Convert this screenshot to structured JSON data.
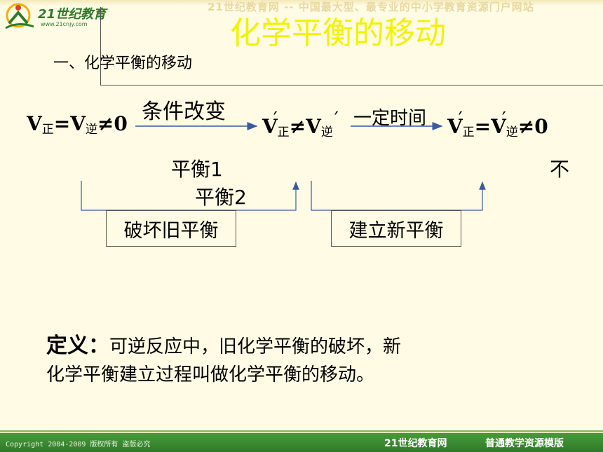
{
  "header": {
    "logo_text": "21世纪教育",
    "logo_url": "www.21cnjy.com",
    "banner_text": "21世纪教育网 -- 中国最大型、最专业的中小学教育资源门户网站"
  },
  "slide": {
    "title": "化学平衡的移动",
    "subtitle": "一、化学平衡的移动"
  },
  "diagram": {
    "expr1": {
      "v": "V",
      "sub1": "正",
      "eq": "=V",
      "sub2": "逆",
      "tail": "≠0"
    },
    "arrow1_label": "条件改变",
    "expr2": {
      "v": "V",
      "prime": "′",
      "sub1": "正",
      "neq": "≠V",
      "sub2": "逆",
      "prime2": "′"
    },
    "arrow2_label": "一定时间",
    "expr3": {
      "v": "V",
      "prime": "′",
      "sub1": "正",
      "eq": "=V",
      "prime2": "′",
      "sub2": "逆",
      "tail": "≠0"
    },
    "state1": "平衡1",
    "state_mid": "不",
    "state2": "平衡2",
    "box1": "破坏旧平衡",
    "box2": "建立新平衡"
  },
  "definition": {
    "key": "定义：",
    "text": "可逆反应中，旧化学平衡的破坏，新化学平衡建立过程叫做化学平衡的移动。"
  },
  "footer": {
    "copyright": "Copyright 2004-2009 版权所有 盗版必究",
    "brand": "21世纪教育网",
    "tag": "普通教学资源模版"
  },
  "colors": {
    "background": "#fffbe4",
    "title": "#f2f200",
    "arrow": "#3a5aa0",
    "footer": "#2f7a2a"
  }
}
